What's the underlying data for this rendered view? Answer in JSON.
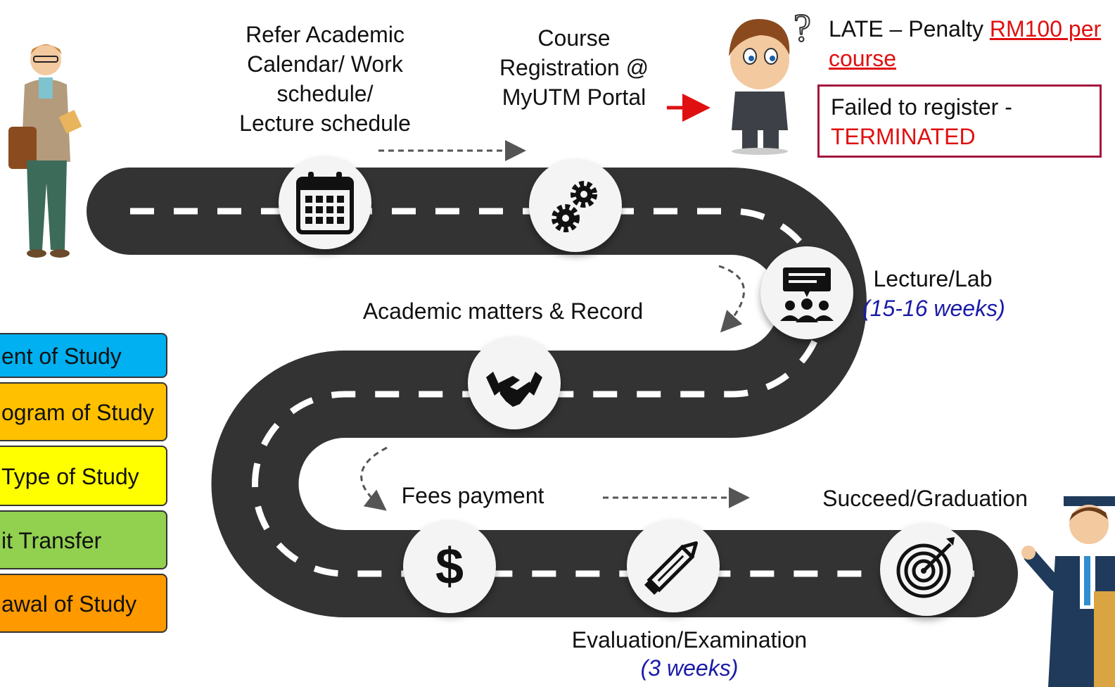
{
  "steps": {
    "refer": [
      "Refer Academic",
      "Calendar/ Work",
      "schedule/",
      "Lecture schedule"
    ],
    "course": [
      "Course",
      "Registration @",
      "MyUTM Portal"
    ],
    "lecture": {
      "title": "Lecture/Lab",
      "duration": "(15-16 weeks)"
    },
    "academic": "Academic matters & Record",
    "fees": "Fees payment",
    "evaluation": {
      "title": "Evaluation/Examination",
      "duration": "(3 weeks)"
    },
    "succeed": "Succeed/Graduation"
  },
  "late": {
    "prefix": "LATE – Penalty ",
    "penalty_line1": "RM100 per",
    "penalty_line2": "course"
  },
  "failed": {
    "text": "Failed to register -",
    "result": "TERMINATED"
  },
  "side_tabs": [
    {
      "label": "ent of Study",
      "color": "#00b0f0"
    },
    {
      "label": "ogram of Study",
      "color": "#ffc000"
    },
    {
      "label": "Type of Study",
      "color": "#ffff00"
    },
    {
      "label": "it Transfer",
      "color": "#92d050"
    },
    {
      "label": "awal of Study",
      "color": "#ff9900"
    }
  ],
  "icons": [
    "calendar-icon",
    "gears-icon",
    "presentation-audience-icon",
    "handshake-icon",
    "dollar-icon",
    "pencil-icon",
    "target-icon"
  ],
  "colors": {
    "road": "#333333",
    "accent_red": "#e01010",
    "duration_blue": "#1a1aa8",
    "box_border": "#a3163e"
  }
}
